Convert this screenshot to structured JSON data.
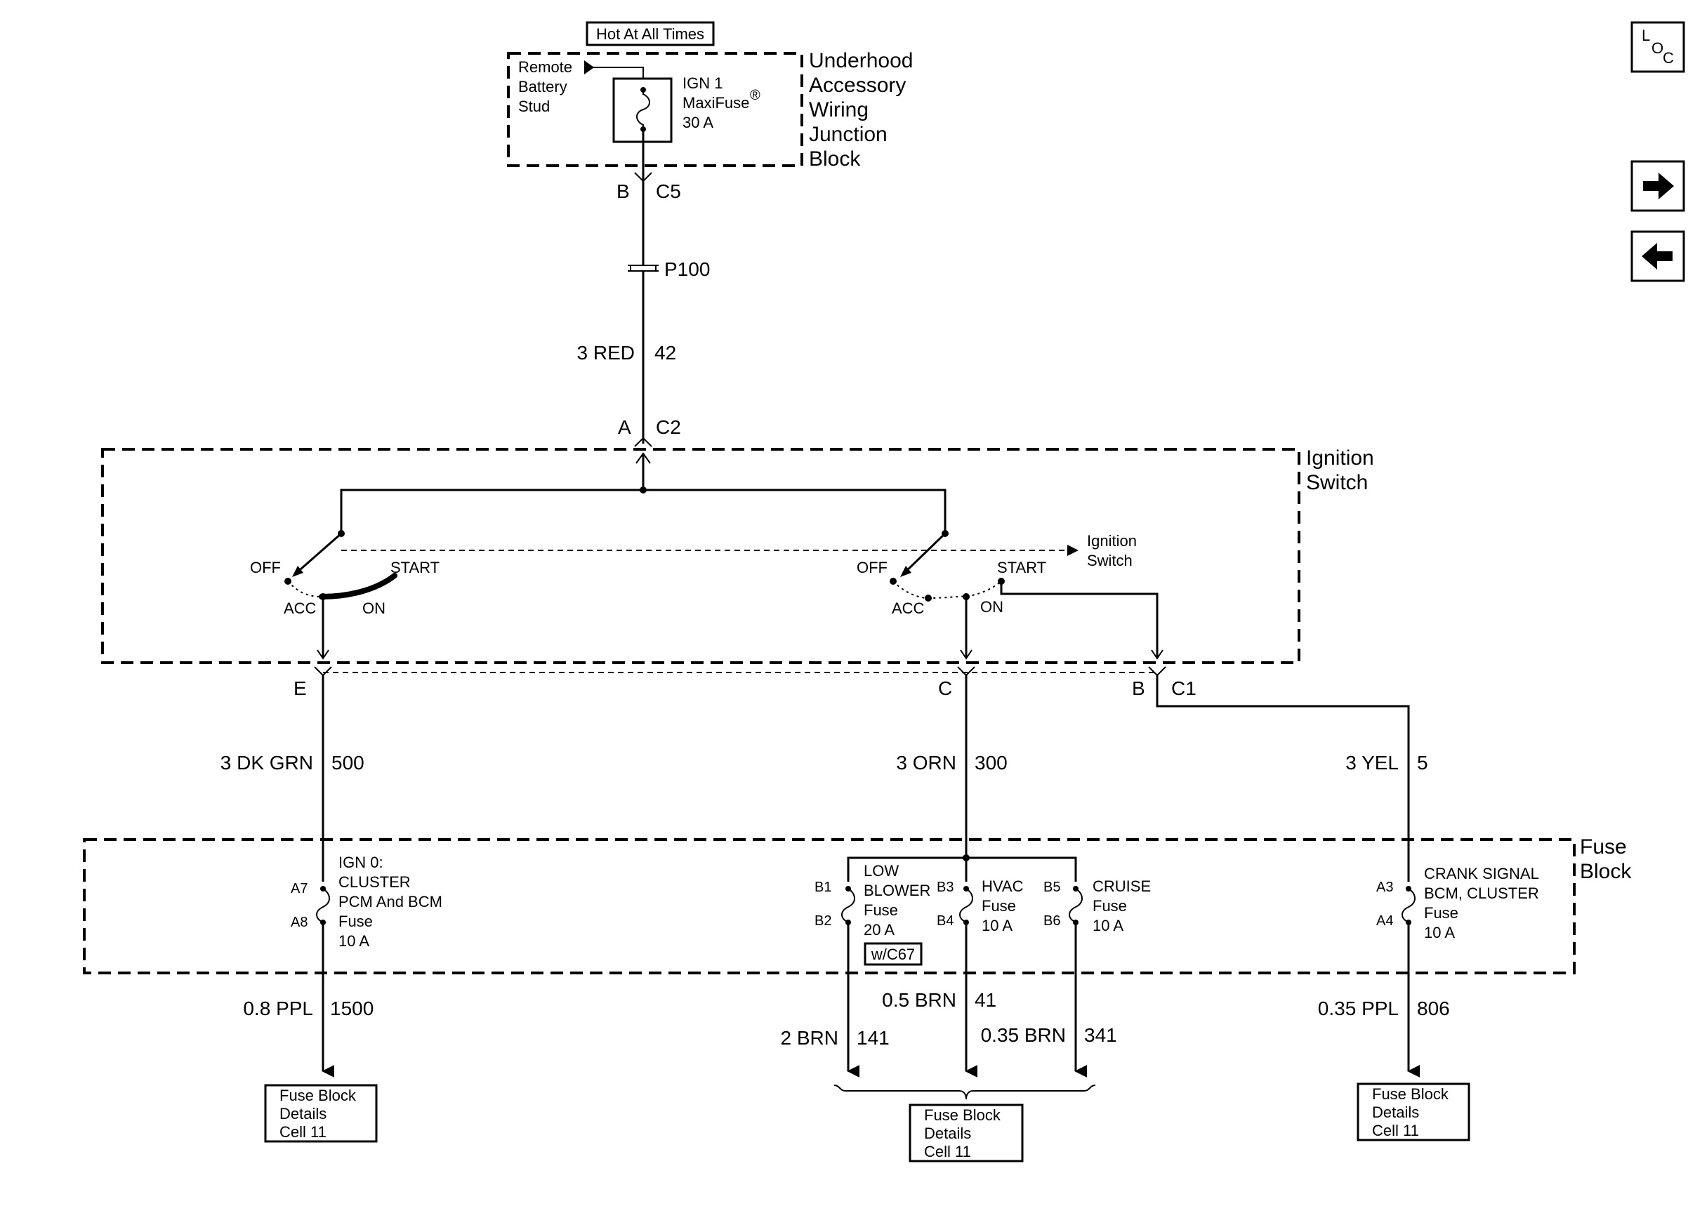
{
  "colors": {
    "line": "#000000",
    "background": "#ffffff"
  },
  "top_block": {
    "hot_label": "Hot At All Times",
    "remote_stud": [
      "Remote",
      "Battery",
      "Stud"
    ],
    "maxifuse": [
      "IGN 1",
      "MaxiFuse",
      "30 A"
    ],
    "maxifuse_reg": "®",
    "junction_block": [
      "Underhood",
      "Accessory",
      "Wiring",
      "Junction",
      "Block"
    ]
  },
  "connectors": {
    "c5_pin": "B",
    "c5": "C5",
    "p100": "P100",
    "c2_pin": "A",
    "c2": "C2",
    "c1_e": "E",
    "c1_c": "C",
    "c1_b": "B",
    "c1": "C1"
  },
  "wires": {
    "red": {
      "gauge_color": "3 RED",
      "circuit": "42"
    },
    "dk_grn": {
      "gauge_color": "3 DK GRN",
      "circuit": "500"
    },
    "orn": {
      "gauge_color": "3 ORN",
      "circuit": "300"
    },
    "yel": {
      "gauge_color": "3 YEL",
      "circuit": "5"
    },
    "ppl_08": {
      "gauge_color": "0.8 PPL",
      "circuit": "1500"
    },
    "brn_2": {
      "gauge_color": "2 BRN",
      "circuit": "141"
    },
    "brn_05": {
      "gauge_color": "0.5 BRN",
      "circuit": "41"
    },
    "brn_035": {
      "gauge_color": "0.35 BRN",
      "circuit": "341"
    },
    "ppl_035": {
      "gauge_color": "0.35 PPL",
      "circuit": "806"
    }
  },
  "ignition_switch": {
    "title": [
      "Ignition",
      "Switch"
    ],
    "link_label": [
      "Ignition",
      "Switch"
    ],
    "left": {
      "off": "OFF",
      "start": "START",
      "acc": "ACC",
      "on": "ON"
    },
    "right": {
      "off": "OFF",
      "start": "START",
      "acc": "ACC",
      "on": "ON"
    }
  },
  "fuse_block": {
    "title": [
      "Fuse",
      "Block"
    ],
    "fuse_ign0": {
      "pin_top": "A7",
      "pin_bottom": "A8",
      "lines": [
        "IGN 0:",
        "CLUSTER",
        "PCM And BCM",
        "Fuse",
        "10 A"
      ]
    },
    "fuse_blower": {
      "pin_top": "B1",
      "pin_bottom": "B2",
      "lines": [
        "LOW",
        "BLOWER",
        "Fuse",
        "20 A"
      ],
      "option": "w/C67"
    },
    "fuse_hvac": {
      "pin_top": "B3",
      "pin_bottom": "B4",
      "lines": [
        "HVAC",
        "Fuse",
        "10 A"
      ]
    },
    "fuse_cruise": {
      "pin_top": "B5",
      "pin_bottom": "B6",
      "lines": [
        "CRUISE",
        "Fuse",
        "10 A"
      ]
    },
    "fuse_crank": {
      "pin_top": "A3",
      "pin_bottom": "A4",
      "lines": [
        "CRANK SIGNAL",
        "BCM, CLUSTER",
        "Fuse",
        "10 A"
      ]
    }
  },
  "references": {
    "left": [
      "Fuse Block",
      "Details",
      "Cell 11"
    ],
    "center": [
      "Fuse Block",
      "Details",
      "Cell 11"
    ],
    "right": [
      "Fuse Block",
      "Details",
      "Cell 11"
    ]
  },
  "nav": {
    "loc": {
      "l": "L",
      "o": "O",
      "c": "C"
    },
    "forward_icon": "arrow-right-icon",
    "back_icon": "arrow-left-icon"
  }
}
